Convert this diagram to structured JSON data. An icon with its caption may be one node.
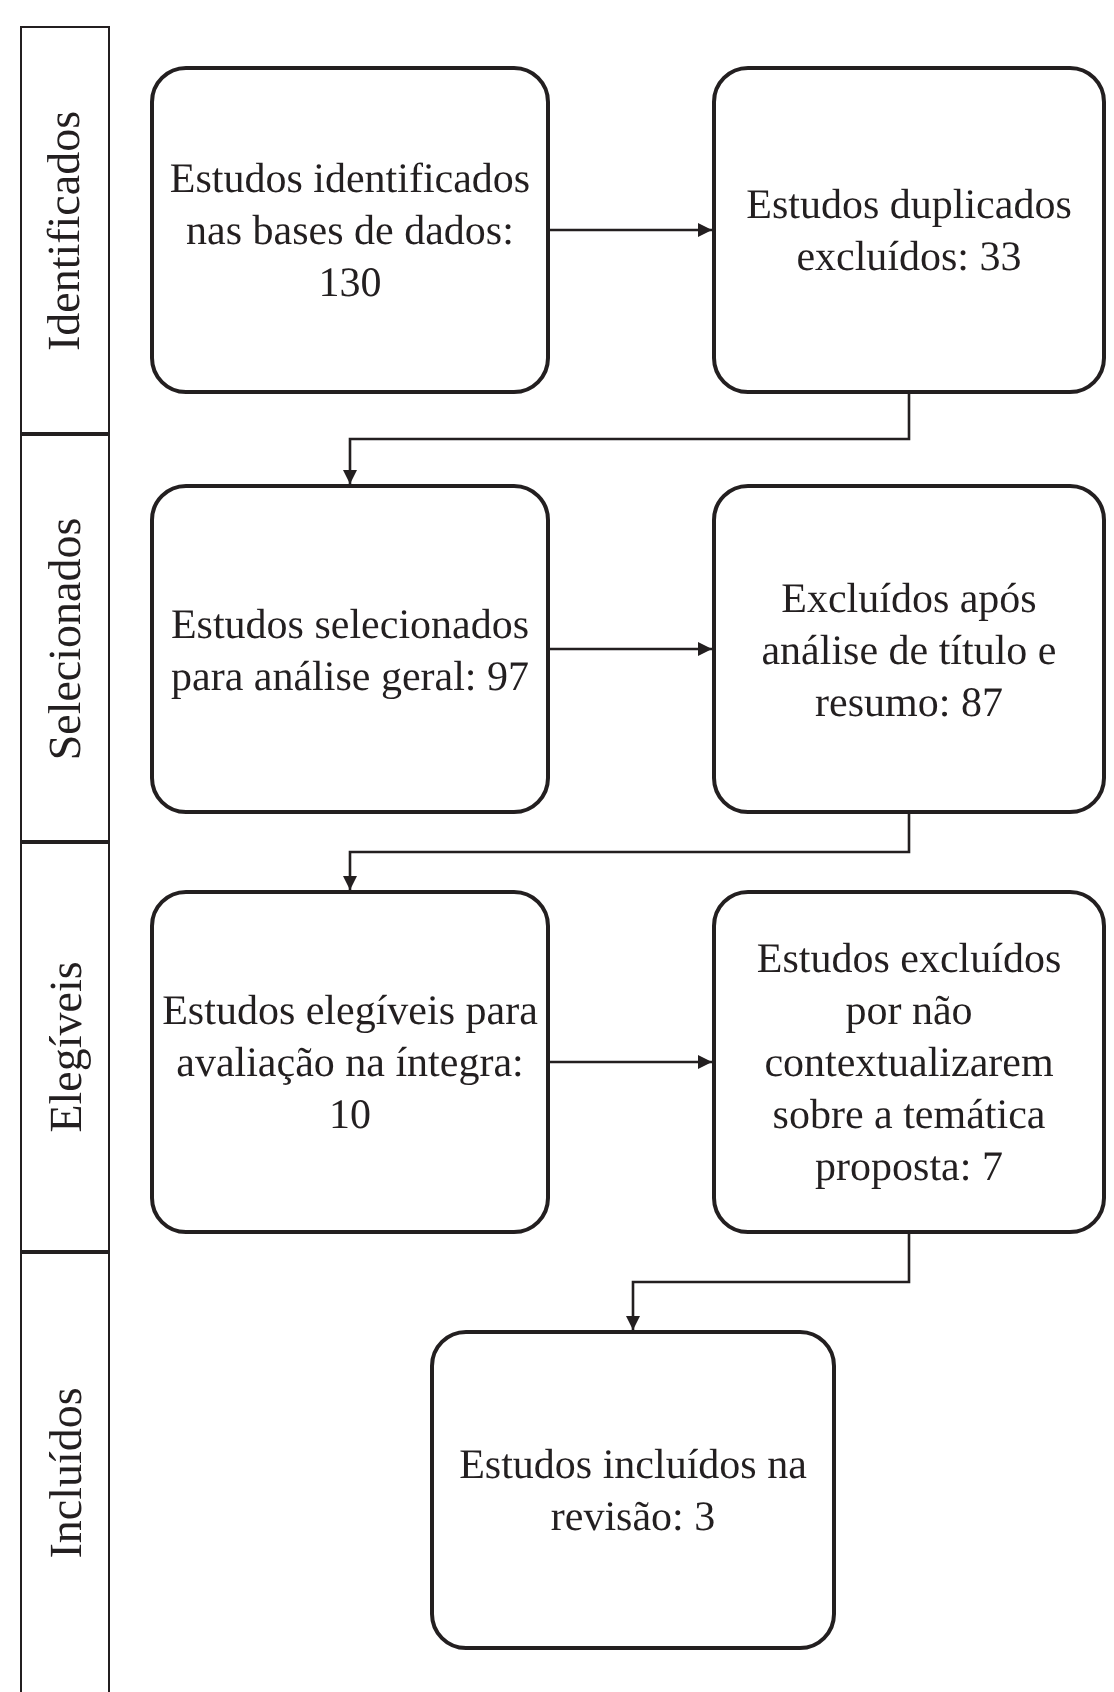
{
  "diagram": {
    "nodes": [
      {
        "text": [
          "Identificados"
        ]
      },
      {
        "text": [
          "Selecionados"
        ]
      },
      {
        "text": [
          "Elegíveis"
        ]
      },
      {
        "text": [
          "Incluídos"
        ]
      },
      {
        "text": [
          "Estudos identificados nas bases de dados: 130"
        ]
      },
      {
        "text": [
          "Estudos duplicados excluídos: 33"
        ]
      },
      {
        "text": [
          "Estudos selecionados para análise geral: 97"
        ]
      },
      {
        "text": [
          "Excluídos após análise de título e resumo: 87"
        ]
      },
      {
        "text": [
          "Estudos elegíveis para avaliação na íntegra: 10"
        ]
      },
      {
        "text": [
          "Estudos excluídos por não contextualizarem sobre a temática proposta: 7"
        ]
      },
      {
        "text": [
          "Estudos incluídos na revisão: 3"
        ]
      }
    ],
    "edges": [
      {
        "from": 4,
        "to": 5,
        "arrow": "to"
      },
      {
        "from": 5,
        "to": 6,
        "arrow": "to"
      },
      {
        "from": 6,
        "to": 7,
        "arrow": "to"
      },
      {
        "from": 7,
        "to": 8,
        "arrow": "to"
      },
      {
        "from": 8,
        "to": 9,
        "arrow": "to"
      },
      {
        "from": 9,
        "to": 10,
        "arrow": "to"
      }
    ]
  }
}
